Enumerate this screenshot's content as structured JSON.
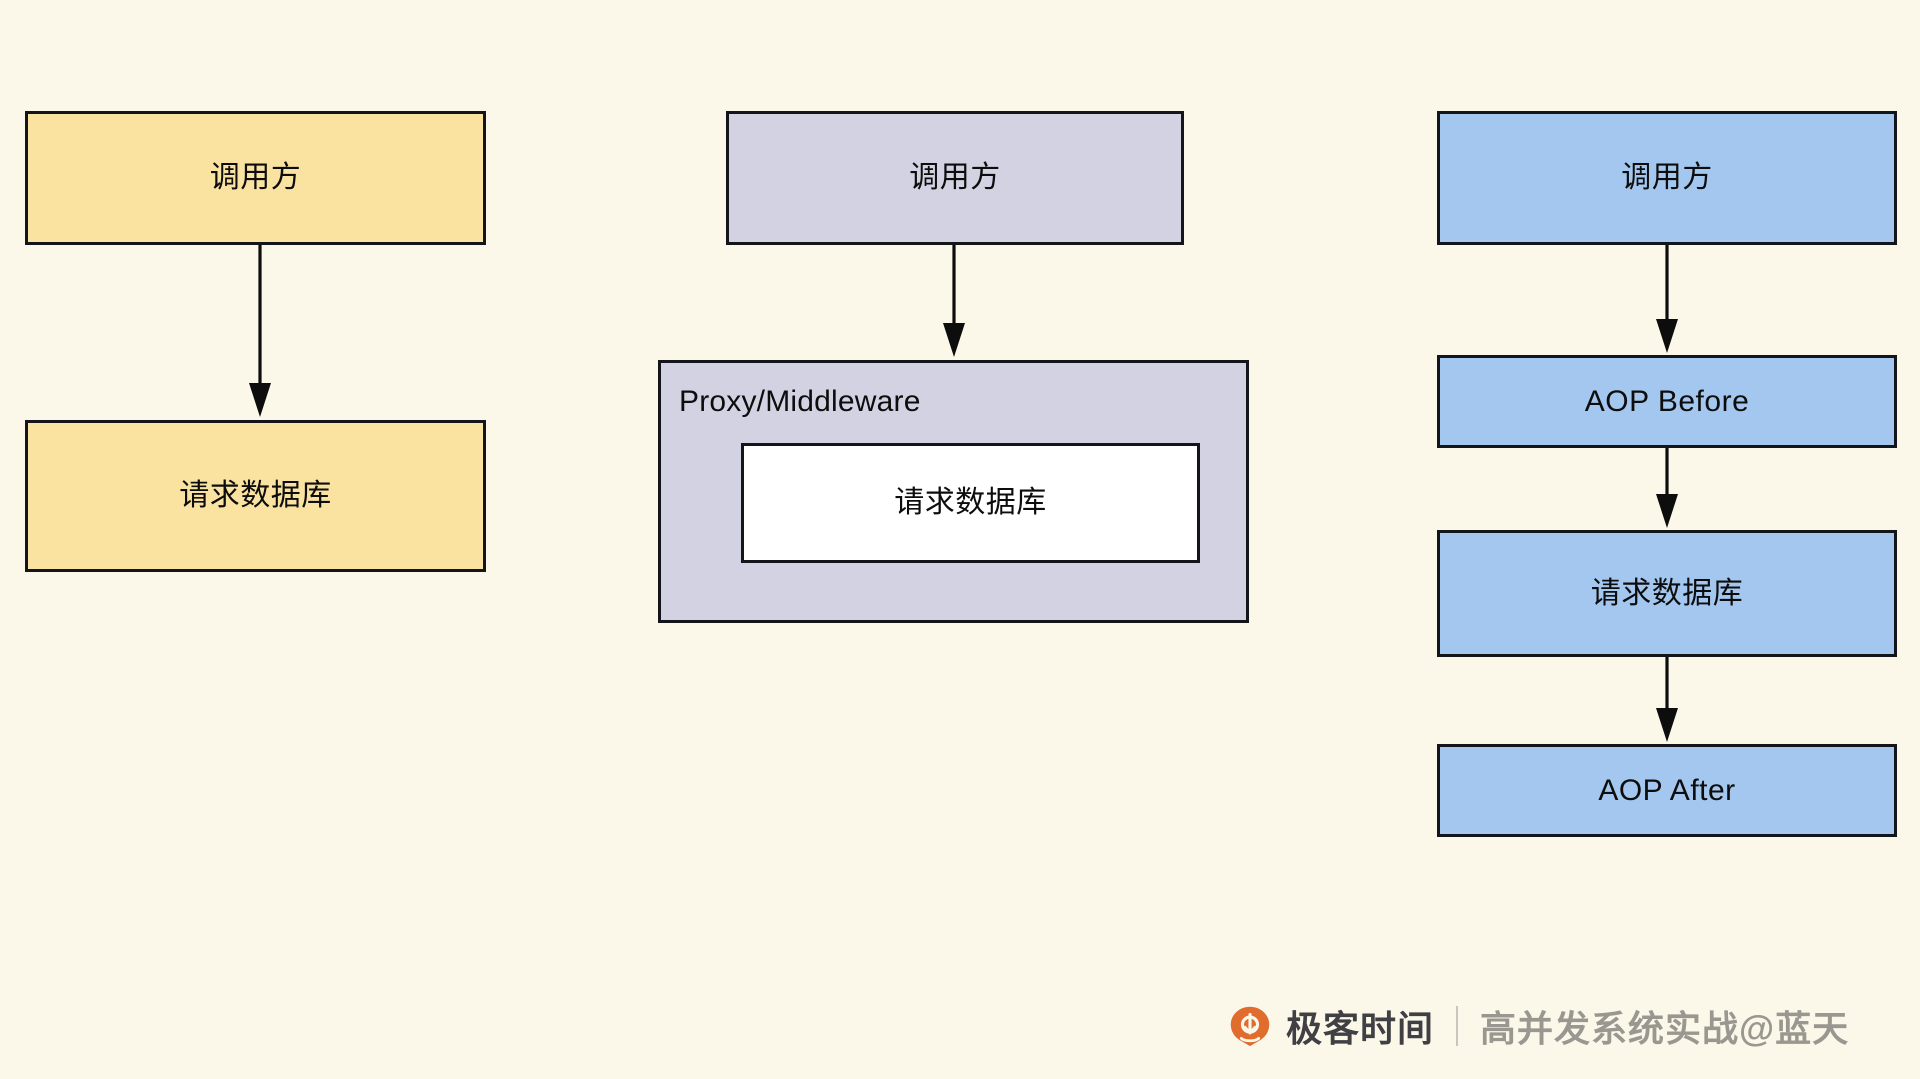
{
  "diagram": {
    "background_color": "#fbf8ea",
    "stroke_color": "#0d0d0d",
    "columns": [
      {
        "id": "direct-call",
        "fill_color": "#fae2a0",
        "nodes": [
          {
            "id": "caller-1",
            "label": "调用方"
          },
          {
            "id": "db-1",
            "label": "请求数据库"
          }
        ],
        "arrows": [
          {
            "from": "caller-1",
            "to": "db-1"
          }
        ]
      },
      {
        "id": "proxy-middleware",
        "fill_color": "#d3d2e3",
        "nodes": [
          {
            "id": "caller-2",
            "label": "调用方"
          },
          {
            "id": "proxy-container",
            "label": "Proxy/Middleware"
          },
          {
            "id": "db-2",
            "label": "请求数据库",
            "fill_color": "#ffffff"
          }
        ],
        "arrows": [
          {
            "from": "caller-2",
            "to": "proxy-container"
          }
        ]
      },
      {
        "id": "aop",
        "fill_color": "#a3c7ef",
        "nodes": [
          {
            "id": "caller-3",
            "label": "调用方"
          },
          {
            "id": "aop-before",
            "label": "AOP Before"
          },
          {
            "id": "db-3",
            "label": "请求数据库"
          },
          {
            "id": "aop-after",
            "label": "AOP After"
          }
        ],
        "arrows": [
          {
            "from": "caller-3",
            "to": "aop-before"
          },
          {
            "from": "aop-before",
            "to": "db-3"
          },
          {
            "from": "db-3",
            "to": "aop-after"
          }
        ]
      }
    ]
  },
  "watermark": {
    "logo_icon": "geekbang-logo-icon",
    "logo_color": "#e06c2e",
    "brand": "极客时间",
    "divider": "|",
    "subtitle": "高并发系统实战@蓝天"
  }
}
